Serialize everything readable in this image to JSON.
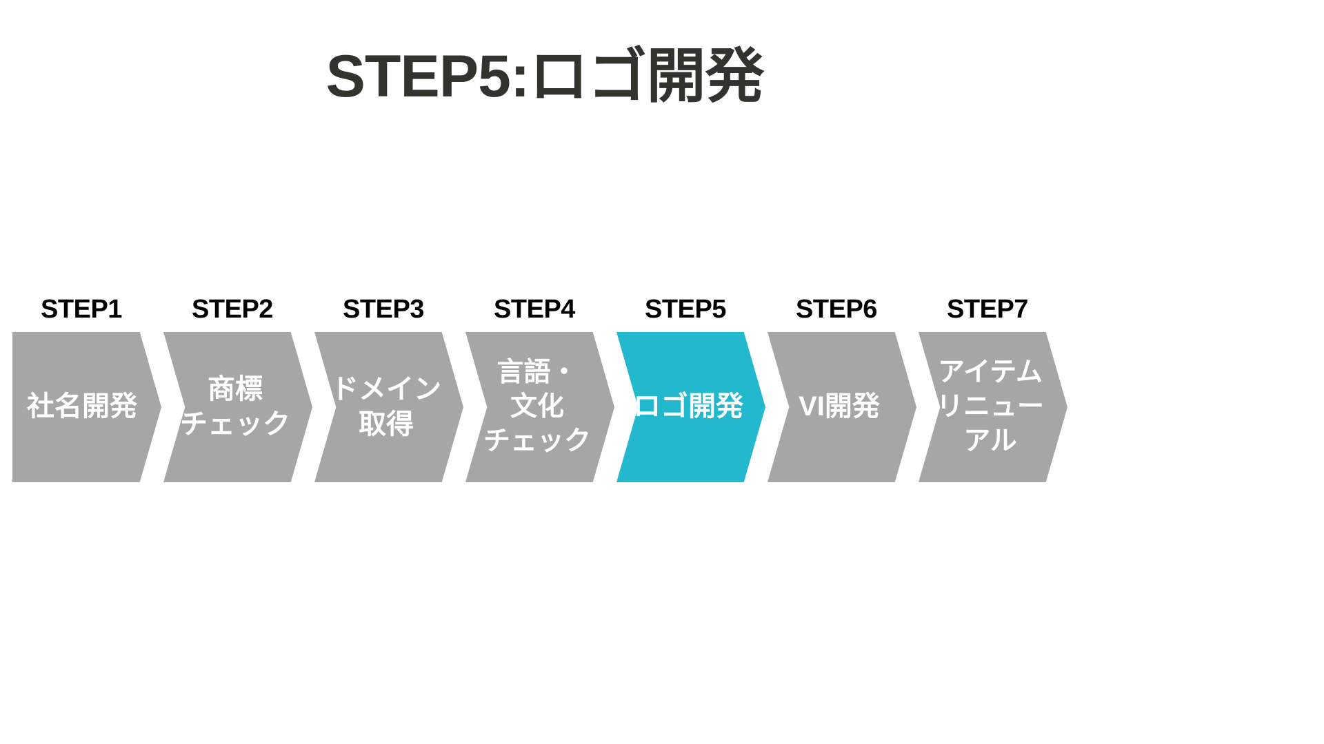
{
  "page": {
    "title": "STEP5:ロゴ開発",
    "background_color": "#ffffff",
    "title_color": "#33332e"
  },
  "colors": {
    "step_default": "#a6a6a6",
    "step_active": "#22b8ce",
    "step_text": "#ffffff",
    "step_label": "#000000"
  },
  "flow": {
    "active_step": "STEP5",
    "steps": [
      {
        "label": "STEP1",
        "text": "社名開発",
        "lines": 1,
        "state": "default",
        "color": "#a6a6a6"
      },
      {
        "label": "STEP2",
        "text": "商標\nチェック",
        "lines": 2,
        "state": "default",
        "color": "#a6a6a6"
      },
      {
        "label": "STEP3",
        "text": "ドメイン\n取得",
        "lines": 2,
        "state": "default",
        "color": "#a6a6a6"
      },
      {
        "label": "STEP4",
        "text": "言語・\n文化\nチェック",
        "lines": 3,
        "state": "default",
        "color": "#a6a6a6"
      },
      {
        "label": "STEP5",
        "text": "ロゴ開発",
        "lines": 1,
        "state": "active",
        "color": "#22b8ce"
      },
      {
        "label": "STEP6",
        "text": "VI開発",
        "lines": 1,
        "state": "default",
        "color": "#a6a6a6"
      },
      {
        "label": "STEP7",
        "text": "アイテム\nリニュー\nアル",
        "lines": 3,
        "state": "default",
        "color": "#a6a6a6"
      }
    ]
  }
}
